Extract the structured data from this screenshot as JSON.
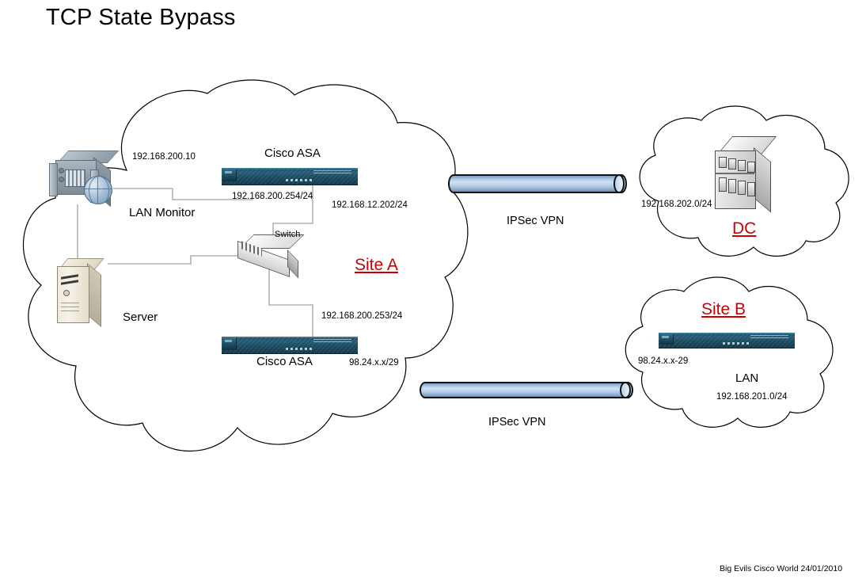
{
  "title": "TCP State Bypass",
  "footer": "Big Evils Cisco World 24/01/2010",
  "site_a": {
    "label": "Site A",
    "devices": {
      "lan_monitor": "LAN Monitor",
      "lan_monitor_ip": "192.168.200.10",
      "server": "Server",
      "switch": "Switch",
      "asa_top": "Cisco ASA",
      "asa_top_inside_ip": "192.168.200.254/24",
      "asa_top_outside_ip": "192.168.12.202/24",
      "asa_bottom": "Cisco ASA",
      "asa_bottom_inside_ip": "192.168.200.253/24",
      "asa_bottom_outside_ip": "98.24.x.x/29"
    }
  },
  "tunnels": [
    {
      "label": "IPSec VPN"
    },
    {
      "label": "IPSec VPN"
    }
  ],
  "dc": {
    "label": "DC",
    "subnet": "192.168.202.0/24"
  },
  "site_b": {
    "label": "Site B",
    "outside_ip": "98.24.x.x-29",
    "lan_label": "LAN",
    "subnet": "192.168.201.0/24"
  },
  "colors": {
    "site_label": "#cc0000",
    "cloud_stroke": "#000000",
    "link_line": "#b2b2b2",
    "asa_body": "#1d4c63",
    "tunnel_fill": "#a9c3e0"
  }
}
